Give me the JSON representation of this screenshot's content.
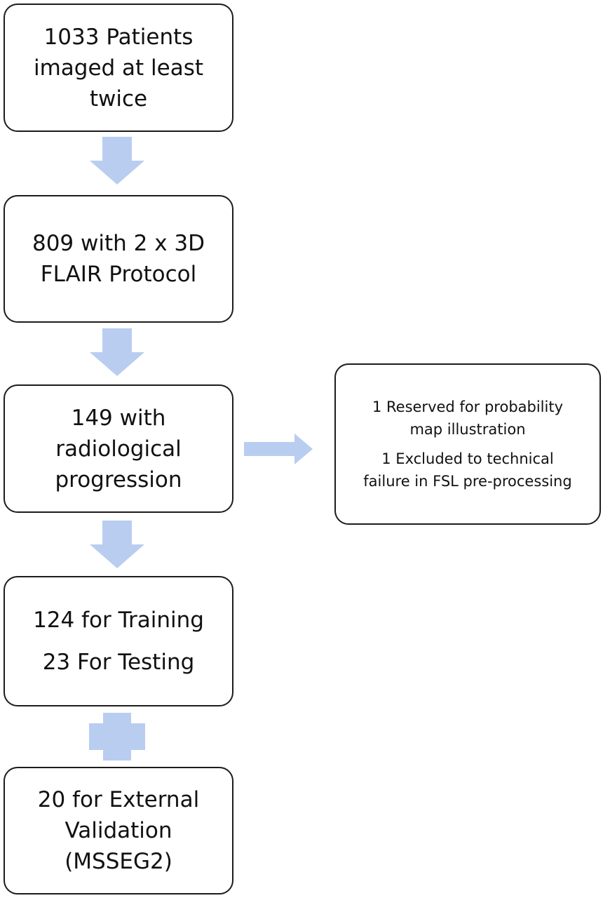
{
  "boxes": {
    "patients": {
      "lines": [
        "1033 Patients",
        "imaged at least",
        "twice"
      ]
    },
    "flair": {
      "lines": [
        "809 with 2 x 3D",
        "FLAIR Protocol"
      ]
    },
    "progression": {
      "lines": [
        "149 with",
        "radiological",
        "progression"
      ]
    },
    "exclusions": {
      "lines": [
        "1 Reserved for probability",
        "map illustration",
        "1 Excluded to technical",
        "failure in FSL pre-processing"
      ]
    },
    "split": {
      "lines": [
        "124 for Training",
        "23 For Testing"
      ]
    },
    "external": {
      "lines": [
        "20 for External",
        "Validation",
        "(MSSEG2)"
      ]
    }
  },
  "colors": {
    "arrow": "#b9cdf0",
    "border": "#1c1c1c"
  },
  "connectors": {
    "down": "arrow-down-icon",
    "right": "arrow-right-icon",
    "plus": "plus-icon"
  }
}
